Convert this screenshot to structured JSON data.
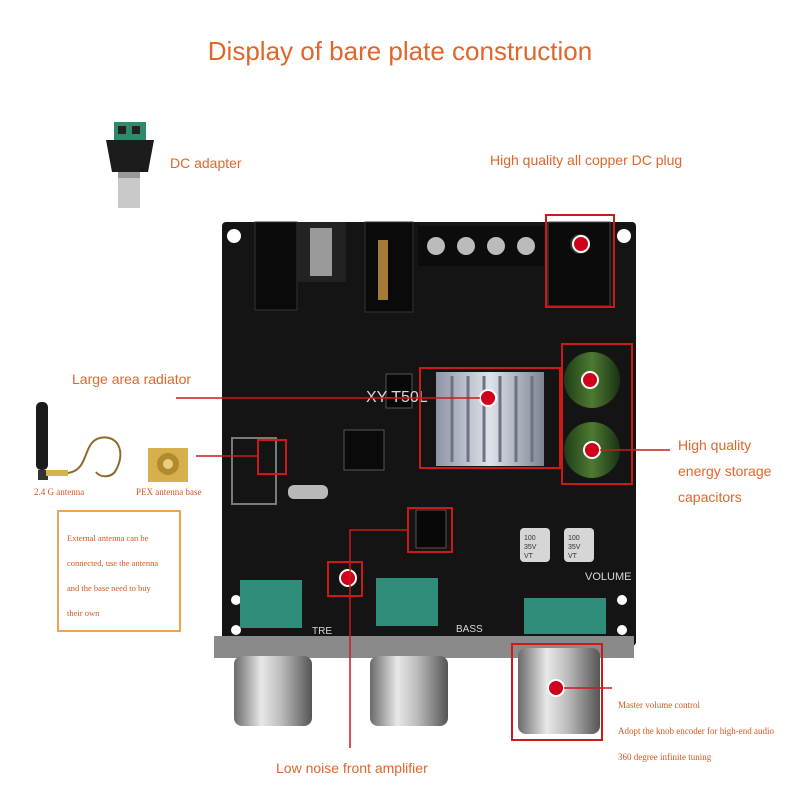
{
  "title": "Display of bare plate construction",
  "labels": {
    "dc_adapter": "DC adapter",
    "dc_plug": "High quality all copper DC plug",
    "radiator": "Large area radiator",
    "capacitors_line1": "High quality",
    "capacitors_line2": "energy storage",
    "capacitors_line3": "capacitors",
    "antenna": "2.4 G antenna",
    "antenna_base": "PEX antenna base",
    "amplifier": "Low noise front amplifier"
  },
  "antenna_note": {
    "lines": [
      "External antenna can be",
      "connected, use the antenna",
      "and the base need to buy",
      "their own"
    ]
  },
  "volume_note": {
    "lines": [
      "Master volume control",
      "Adopt the knob encoder for high-end audio",
      "360 degree infinite tuning"
    ]
  },
  "board": {
    "model": "XY-T50L",
    "knob_tre": "TRE",
    "knob_bass": "BASS",
    "knob_volume": "VOLUME",
    "cap1_text1": "100",
    "cap1_text2": "35V",
    "cap1_text3": "VT",
    "cap2_text1": "100",
    "cap2_text2": "35V",
    "cap2_text3": "VT"
  },
  "colors": {
    "accent": "#e0662a",
    "marker_red": "#d0021b",
    "box_red": "#cc1a1a",
    "note_border": "#f0a24d",
    "board_black": "#141414"
  }
}
